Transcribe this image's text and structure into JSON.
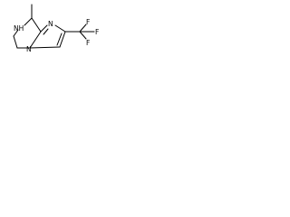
{
  "structure": {
    "atom_labels": {
      "nh": "NH",
      "n_ring": "N",
      "n_bridge": "N",
      "f_top": "F",
      "f_right": "F",
      "f_bottom": "F"
    },
    "substituents": {
      "methyl": "CH3",
      "trifluoromethyl": "CF3"
    }
  }
}
